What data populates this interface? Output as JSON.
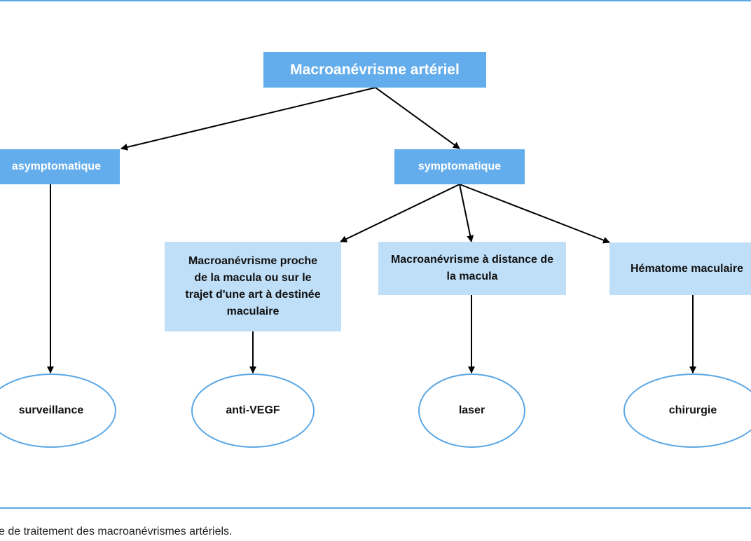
{
  "diagram": {
    "root": "Macroanévrisme artériel",
    "branches": {
      "asymptomatic": "asymptomatique",
      "symptomatic": "symptomatique"
    },
    "conditions": {
      "near_macula": "Macroanévrisme proche de la macula ou sur le trajet d'une art à destinée maculaire",
      "distant_macula": "Macroanévrisme à distance de la macula",
      "hematoma": "Hématome maculaire"
    },
    "treatments": {
      "surveillance": "surveillance",
      "anti_vegf": "anti-VEGF",
      "laser": "laser",
      "surgery": "chirurgie"
    }
  },
  "caption": "e de traitement des macroanévrismes artériels.",
  "colors": {
    "dark_box": "#64adec",
    "light_box": "#bfdff8",
    "rule": "#5aa7e6"
  }
}
